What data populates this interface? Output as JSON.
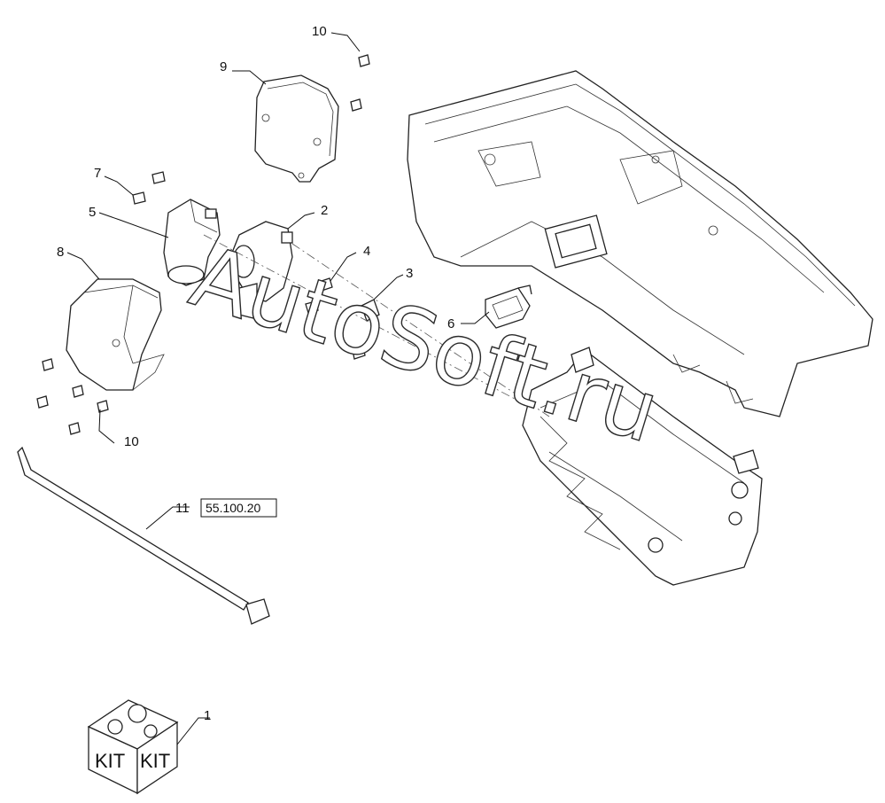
{
  "callouts": {
    "c1": "1",
    "c2": "2",
    "c3": "3",
    "c4": "4",
    "c5": "5",
    "c6": "6",
    "c7": "7",
    "c8": "8",
    "c9": "9",
    "c10_top": "10",
    "c10_bottom": "10",
    "c11": "11"
  },
  "reference_box": "55.100.20",
  "kit_labels": {
    "left": "KIT",
    "right": "KIT"
  },
  "watermark": "AutoSoft.ru"
}
